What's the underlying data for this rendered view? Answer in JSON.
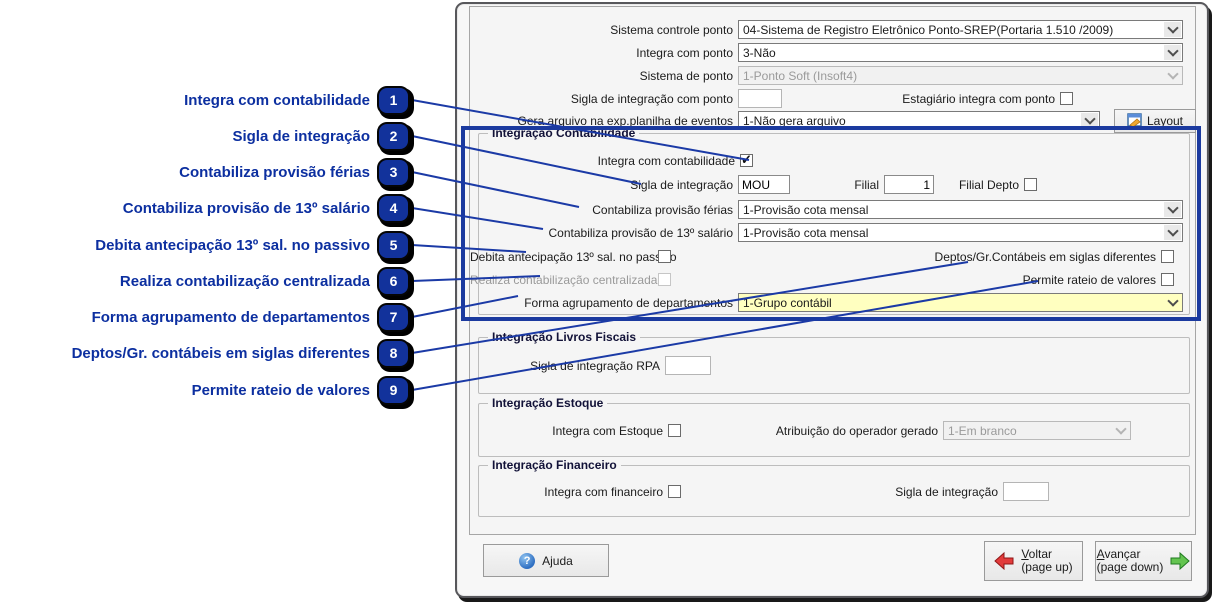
{
  "colors": {
    "callout_navy": "#0c2fa0",
    "badge_fill": "#12329b",
    "highlight_border": "#1b3a9f",
    "yellow_field": "#ffffc0",
    "back_arrow_red": "#e23b3b",
    "forward_arrow_green": "#63c44f"
  },
  "callouts": {
    "items": [
      {
        "num": "1",
        "label": "Integra com contabilidade"
      },
      {
        "num": "2",
        "label": "Sigla de integração"
      },
      {
        "num": "3",
        "label": "Contabiliza provisão férias"
      },
      {
        "num": "4",
        "label": "Contabiliza provisão de 13º salário"
      },
      {
        "num": "5",
        "label": "Debita antecipação 13º sal. no passivo"
      },
      {
        "num": "6",
        "label": "Realiza contabilização centralizada"
      },
      {
        "num": "7",
        "label": "Forma agrupamento de departamentos"
      },
      {
        "num": "8",
        "label": "Deptos/Gr. contábeis em siglas diferentes"
      },
      {
        "num": "9",
        "label": "Permite rateio de valores"
      }
    ]
  },
  "form": {
    "top": {
      "sistema_controle_ponto": {
        "label": "Sistema controle ponto",
        "value": "04-Sistema de Registro Eletrônico Ponto-SREP(Portaria 1.510 /2009)"
      },
      "integra_com_ponto": {
        "label": "Integra com ponto",
        "value": "3-Não"
      },
      "sistema_de_ponto": {
        "label": "Sistema de ponto",
        "value": "1-Ponto Soft (Insoft4)"
      },
      "sigla_integracao_ponto": {
        "label": "Sigla de integração com ponto",
        "value": ""
      },
      "estagiario": {
        "label": "Estagiário integra com ponto",
        "checked": false
      },
      "gera_arquivo": {
        "label": "Gera arquivo na exp.planilha de eventos",
        "value": "1-Não gera arquivo"
      },
      "layout_button": "Layout"
    },
    "contabilidade": {
      "title": "Integração Contabilidade",
      "integra": {
        "label": "Integra com contabilidade",
        "checked": true
      },
      "sigla": {
        "label": "Sigla de integração",
        "value": "MOU"
      },
      "filial": {
        "label": "Filial",
        "value": "1"
      },
      "filial_depto": {
        "label": "Filial Depto",
        "checked": false
      },
      "provisao_ferias": {
        "label": "Contabiliza provisão férias",
        "value": "1-Provisão cota mensal"
      },
      "provisao_13": {
        "label": "Contabiliza provisão de 13º salário",
        "value": "1-Provisão cota mensal"
      },
      "debita_antecipacao": {
        "label": "Debita antecipação 13º sal. no passivo",
        "checked": false
      },
      "deptos_siglas": {
        "label": "Deptos/Gr.Contábeis em siglas diferentes",
        "checked": false
      },
      "realiza_centralizada": {
        "label": "Realiza contabilização centralizada",
        "checked": false
      },
      "permite_rateio": {
        "label": "Permite rateio de valores",
        "checked": false
      },
      "forma_agrupamento": {
        "label": "Forma agrupamento de departamentos",
        "value": "1-Grupo contábil"
      }
    },
    "livros_fiscais": {
      "title": "Integração Livros Fiscais",
      "sigla_rpa": {
        "label": "Sigla de integração RPA",
        "value": ""
      }
    },
    "estoque": {
      "title": "Integração Estoque",
      "integra": {
        "label": "Integra com Estoque",
        "checked": false
      },
      "atribuicao": {
        "label": "Atribuição do operador gerado",
        "value": "1-Em branco"
      }
    },
    "financeiro": {
      "title": "Integração Financeiro",
      "integra": {
        "label": "Integra com financeiro",
        "checked": false
      },
      "sigla": {
        "label": "Sigla de integração",
        "value": ""
      }
    }
  },
  "footer": {
    "ajuda": "Ajuda",
    "voltar": {
      "accel": "V",
      "rest": "oltar",
      "sub": "(page up)"
    },
    "avancar": {
      "accel": "A",
      "rest": "vançar",
      "sub": "(page down)"
    }
  }
}
